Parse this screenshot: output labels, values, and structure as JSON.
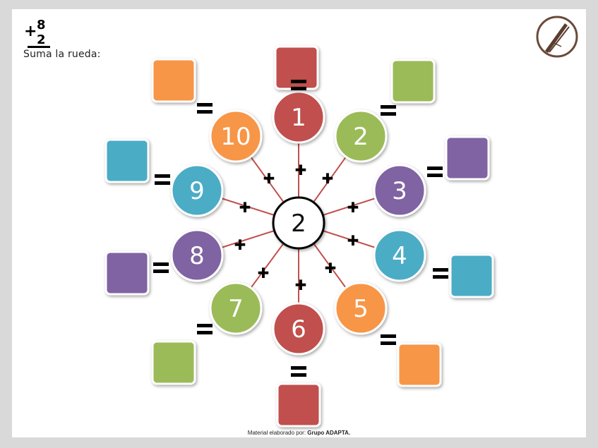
{
  "header": {
    "icon_top": "8",
    "icon_plus": "+",
    "icon_bottom": "2",
    "instruction": "Suma la rueda:"
  },
  "wheel": {
    "center": "2",
    "plus_symbol": "✚",
    "equals_symbol": "=",
    "spokes": [
      {
        "number": "1",
        "color": "#c0504d"
      },
      {
        "number": "2",
        "color": "#9bbb59"
      },
      {
        "number": "3",
        "color": "#8064a2"
      },
      {
        "number": "4",
        "color": "#4bacc6"
      },
      {
        "number": "5",
        "color": "#f79646"
      },
      {
        "number": "6",
        "color": "#c0504d"
      },
      {
        "number": "7",
        "color": "#9bbb59"
      },
      {
        "number": "8",
        "color": "#8064a2"
      },
      {
        "number": "9",
        "color": "#4bacc6"
      },
      {
        "number": "10",
        "color": "#f79646"
      }
    ]
  },
  "footer": {
    "prefix": "Material elaborado por: ",
    "brand": "Grupo ADAPTA."
  },
  "colors": {
    "spoke_line": "#c0504d",
    "background": "#d9d9d9",
    "logo_ring": "#6b4a3a"
  },
  "icons": {
    "logo": "pencil-logo-icon"
  }
}
